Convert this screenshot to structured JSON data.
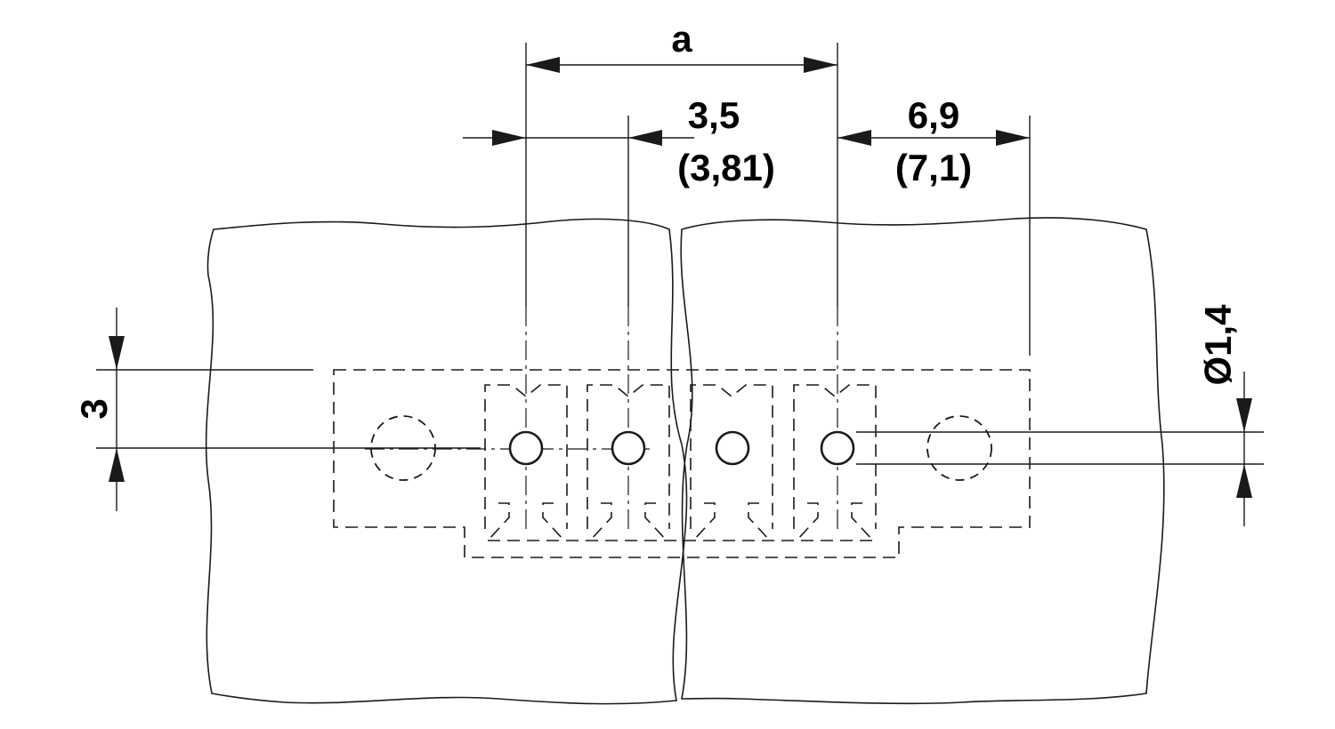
{
  "dimensions": {
    "a_label": "a",
    "pitch": "3,5",
    "pitch_alt": "(3,81)",
    "edge": "6,9",
    "edge_alt": "(7,1)",
    "row_offset": "3",
    "hole_diameter": "Ø1,4"
  }
}
